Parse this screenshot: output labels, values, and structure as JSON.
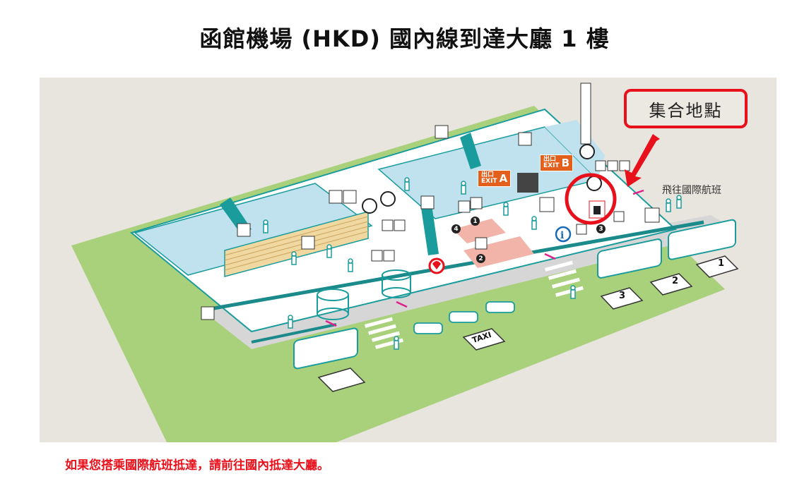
{
  "title": "函館機場 (HKD) 國內線到達大廳 1 樓",
  "map": {
    "meeting_point_label": "集合地點",
    "international_label": "飛往國際航班",
    "exits": [
      {
        "cn": "出口",
        "en": "EXIT",
        "letter": "A"
      },
      {
        "cn": "出口",
        "en": "EXIT",
        "letter": "B"
      }
    ],
    "shops": [
      {
        "number": "1",
        "icon": "shopping-bag"
      },
      {
        "number": "2",
        "icon": "coffee-cup"
      },
      {
        "number": "3",
        "icon": "shop"
      },
      {
        "number": "4",
        "icon": "restaurant-bowl"
      }
    ],
    "bus_stops": [
      "1",
      "2",
      "3"
    ],
    "taxi_label": "TAXI",
    "info_label": "i",
    "icons": [
      "escalator",
      "elevator",
      "baggage-claim",
      "restroom",
      "wheelchair",
      "baby-care",
      "smoking",
      "phone",
      "atm",
      "aed",
      "bicycle-parking",
      "car-rental",
      "mailbox",
      "information",
      "departure-flight",
      "accessible-parking"
    ]
  },
  "colors": {
    "accent_red": "#e8101a",
    "teal": "#1a9c9c",
    "grass": "#a9d07a",
    "floor_blue": "#bfe2ee",
    "exit_orange": "#e3601c",
    "shop_pink": "#f2b4a8",
    "background": "#e8e4de"
  },
  "note": "如果您搭乘國際航班抵達，請前往國內抵達大廳。"
}
